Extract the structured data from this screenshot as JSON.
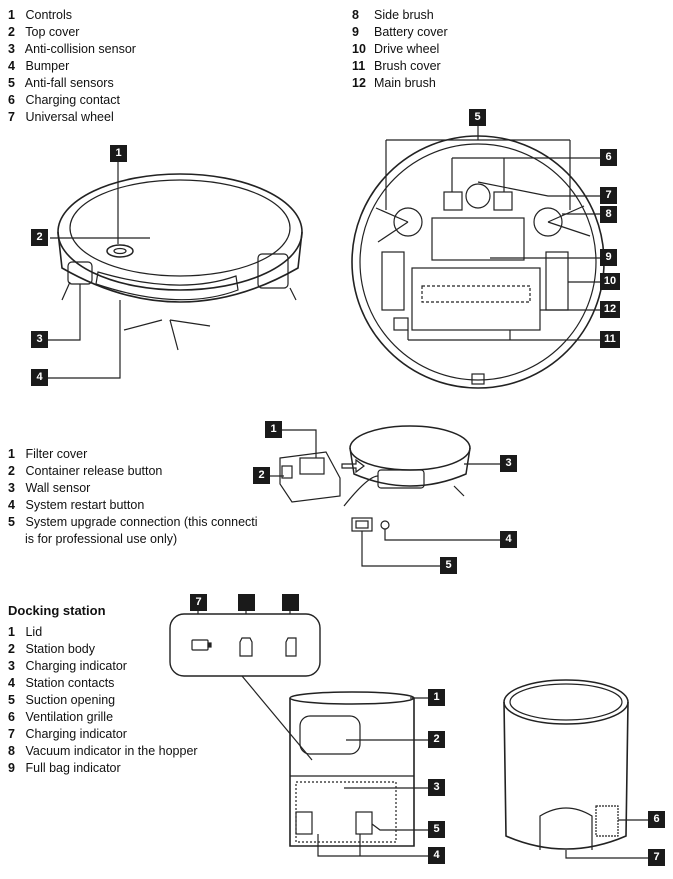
{
  "robot_parts": [
    {
      "num": "1",
      "label": "Controls"
    },
    {
      "num": "2",
      "label": "Top cover"
    },
    {
      "num": "3",
      "label": "Anti-collision sensor"
    },
    {
      "num": "4",
      "label": "Bumper"
    },
    {
      "num": "5",
      "label": "Anti-fall sensors"
    },
    {
      "num": "6",
      "label": "Charging contact"
    },
    {
      "num": "7",
      "label": "Universal wheel"
    },
    {
      "num": "8",
      "label": "Side brush"
    },
    {
      "num": "9",
      "label": "Battery cover"
    },
    {
      "num": "10",
      "label": "Drive wheel"
    },
    {
      "num": "11",
      "label": "Brush cover"
    },
    {
      "num": "12",
      "label": "Main brush"
    }
  ],
  "container_parts": [
    {
      "num": "1",
      "label": "Filter cover"
    },
    {
      "num": "2",
      "label": "Container release button"
    },
    {
      "num": "3",
      "label": "Wall sensor"
    },
    {
      "num": "4",
      "label": "System restart button"
    },
    {
      "num": "5",
      "label": "System upgrade connection (this connecti"
    }
  ],
  "container_note": "is for professional use only)",
  "docking_title": "Docking station",
  "docking_parts": [
    {
      "num": "1",
      "label": "Lid"
    },
    {
      "num": "2",
      "label": "Station body"
    },
    {
      "num": "3",
      "label": "Charging indicator"
    },
    {
      "num": "4",
      "label": "Station contacts"
    },
    {
      "num": "5",
      "label": "Suction opening"
    },
    {
      "num": "6",
      "label": "Ventilation grille"
    },
    {
      "num": "7",
      "label": "Charging indicator"
    },
    {
      "num": "8",
      "label": "Vacuum indicator in the hopper"
    },
    {
      "num": "9",
      "label": "Full bag indicator"
    }
  ],
  "callouts": {
    "top_view": [
      "1",
      "2",
      "3",
      "4"
    ],
    "bottom_view": [
      "5",
      "6",
      "7",
      "8",
      "9",
      "10",
      "12",
      "11"
    ],
    "container_view": [
      "1",
      "2",
      "3",
      "4",
      "5"
    ],
    "indicator_panel": [
      "7",
      "",
      ""
    ],
    "station_front": [
      "1",
      "2",
      "3",
      "5",
      "4"
    ],
    "station_back": [
      "6",
      "7"
    ]
  }
}
